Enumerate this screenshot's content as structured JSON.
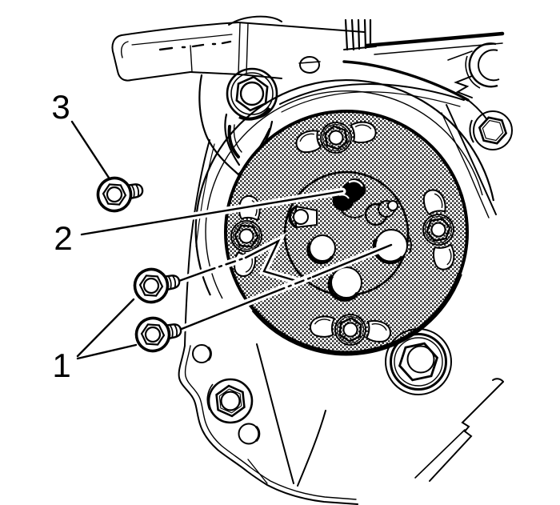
{
  "figure": {
    "type": "technical-line-art-illustration",
    "subject": "engine-front-cover-camshaft-actuator-bolt-locations",
    "colors": {
      "line": "#000000",
      "background": "#ffffff"
    },
    "callouts": [
      {
        "id": "1",
        "points_to": "two flange bolts (lower left)"
      },
      {
        "id": "2",
        "points_to": "bolt at actuator hub"
      },
      {
        "id": "3",
        "points_to": "single flange bolt (upper left)"
      }
    ]
  }
}
